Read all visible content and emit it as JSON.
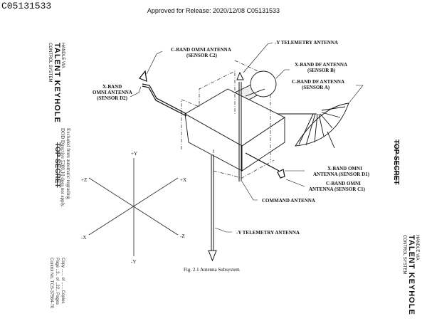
{
  "header": {
    "document_id": "C05131533",
    "release_line": "Approved for Release: 2020/12/08 C05131533"
  },
  "left_margin": {
    "handling": {
      "line1": "HANDLE VIA",
      "line2": "TALENT KEYHOLE",
      "line3": "CONTROL SYSTEM"
    },
    "exclusion": {
      "line1": "Excluded from automatic regrading",
      "line2": "DOD Directive 5200.10 does not apply.",
      "classification": "TOP SECRET"
    },
    "control": {
      "line1": "Copy ...... of ...... Copies",
      "line2": "Page ..3.. of ..22.. Pages",
      "line3": "Control No.  TCS-37564-70"
    }
  },
  "right_margin": {
    "classification": "TOP SECRET",
    "handling": {
      "line1": "HANDLE VIA",
      "line2": "TALENT KEYHOLE",
      "line3": "CONTROL SYSTEM"
    }
  },
  "diagram": {
    "axes": {
      "plus_y": "+Y",
      "minus_y": "-Y",
      "plus_z": "+Z",
      "minus_z": "-Z",
      "plus_x": "+X",
      "minus_x": "-X"
    },
    "labels": {
      "c_band_omni_c2": {
        "line1": "C-BAND   OMNI ANTENNA",
        "line2": "(SENSOR C2)"
      },
      "x_band_omni_d2": {
        "line1": "X-BAND",
        "line2": "OMNI ANTENNA",
        "line3": "(SENSOR D2)"
      },
      "telemetry_top": "-Y TELEMETRY ANTENNA",
      "x_band_df_b": {
        "line1": "X-BAND  DF ANTENNA",
        "line2": "(SENSOR B)"
      },
      "c_band_df_a": {
        "line1": "C-BAND DF ANTENNA",
        "line2": "(SENSOR A)"
      },
      "x_band_omni_d1": {
        "line1": "X-BAND   OMNI",
        "line2": "ANTENNA (SENSOR D1)"
      },
      "c_band_omni_c1": {
        "line1": "C-BAND   OMNI",
        "line2": "ANTENNA (SENSOR C1)"
      },
      "command": "COMMAND ANTENNA",
      "telemetry_bottom": "-Y TELEMETRY ANTENNA"
    },
    "caption": "Fig. 2.1   Antenna Subsystem"
  }
}
